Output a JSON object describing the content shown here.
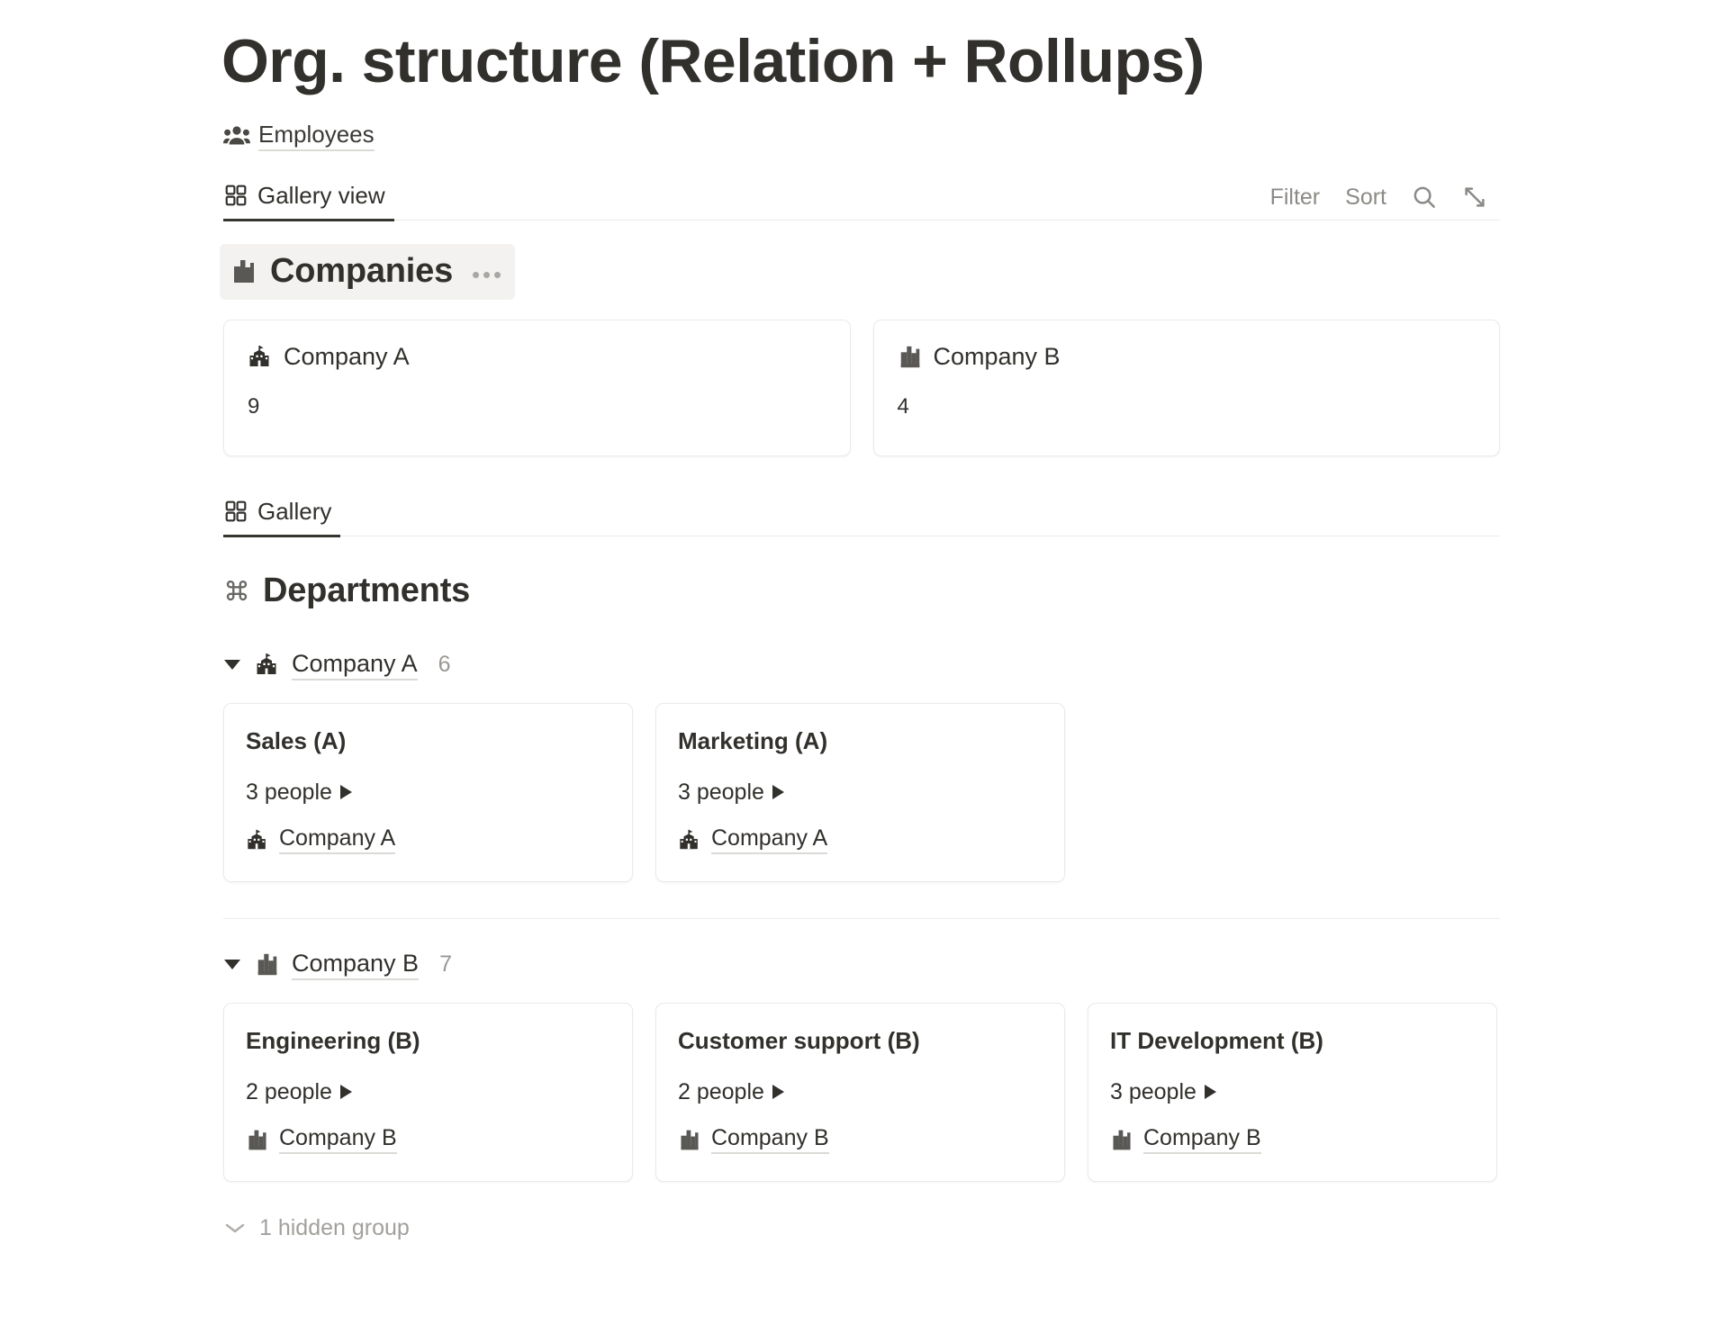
{
  "page": {
    "title": "Org. structure (Relation + Rollups)"
  },
  "breadcrumb": {
    "icon": "people-group-icon",
    "label": "Employees"
  },
  "toolbar_top": {
    "view_tab": {
      "icon": "gallery-grid-icon",
      "label": "Gallery view"
    },
    "filter_label": "Filter",
    "sort_label": "Sort",
    "search_icon": "search-icon",
    "expand_icon": "expand-diagonal-icon"
  },
  "companies_section": {
    "icon": "factory-building-icon",
    "title": "Companies",
    "more_icon": "more-dots-icon",
    "cards": [
      {
        "icon": "school-building-icon",
        "title": "Company A",
        "count": "9"
      },
      {
        "icon": "factory-building-icon",
        "title": "Company B",
        "count": "4"
      }
    ]
  },
  "toolbar_bottom": {
    "view_tab": {
      "icon": "gallery-grid-icon",
      "label": "Gallery"
    }
  },
  "departments_section": {
    "icon": "command-icon",
    "title": "Departments",
    "groups": [
      {
        "toggle_icon": "triangle-down-icon",
        "icon": "school-building-icon",
        "name": "Company A",
        "count": "6",
        "cards": [
          {
            "title": "Sales (A)",
            "people": "3 people",
            "relation_icon": "school-building-icon",
            "relation": "Company A"
          },
          {
            "title": "Marketing (A)",
            "people": "3 people",
            "relation_icon": "school-building-icon",
            "relation": "Company A"
          }
        ]
      },
      {
        "toggle_icon": "triangle-down-icon",
        "icon": "factory-building-icon",
        "name": "Company B",
        "count": "7",
        "cards": [
          {
            "title": "Engineering (B)",
            "people": "2 people",
            "relation_icon": "factory-building-icon",
            "relation": "Company B"
          },
          {
            "title": "Customer support (B)",
            "people": "2 people",
            "relation_icon": "factory-building-icon",
            "relation": "Company B"
          },
          {
            "title": "IT Development (B)",
            "people": "3 people",
            "relation_icon": "factory-building-icon",
            "relation": "Company B"
          }
        ]
      }
    ]
  },
  "footer": {
    "chevron_icon": "chevron-down-icon",
    "hidden_group_label": "1 hidden group"
  },
  "colors": {
    "text": "#32302c",
    "muted": "#8c8a86",
    "border": "#eceae7",
    "highlight": "#f3f2f0"
  }
}
